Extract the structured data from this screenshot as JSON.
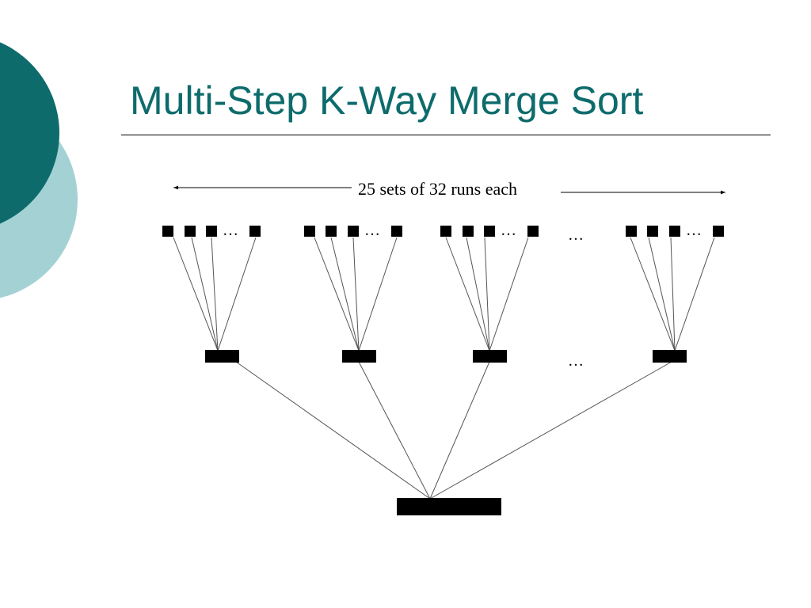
{
  "title": "Multi-Step K-Way Merge Sort",
  "colors": {
    "title_text": "#0e6b6c",
    "circle_dark": "#0e6b6c",
    "circle_light": "#a4d2d4",
    "ink": "#000000",
    "connector": "#555555"
  },
  "diagram": {
    "span_label": "25 sets of 32 runs each",
    "ellipsis": "…",
    "levels": {
      "runs": {
        "groups": 4,
        "runs_shown_per_group": 4,
        "ellipsis_between_groups": true
      },
      "merged_runs": {
        "count_shown": 4,
        "ellipsis_between": true
      },
      "final_output": {
        "count": 1
      }
    }
  }
}
